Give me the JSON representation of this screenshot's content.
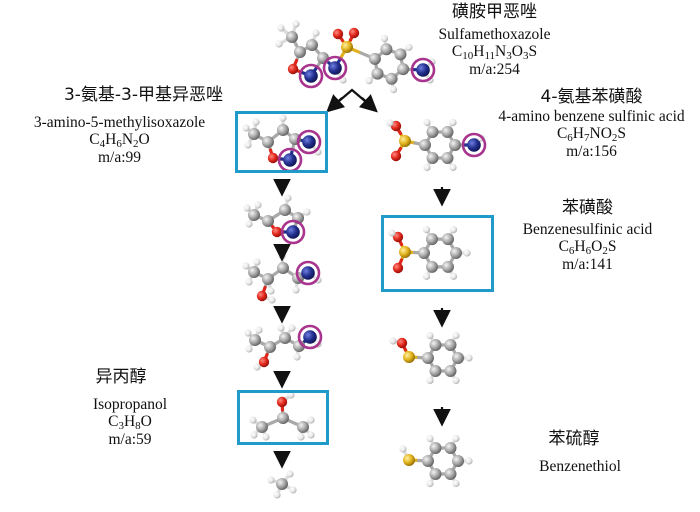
{
  "colors": {
    "box_border": "#1f9ac9",
    "highlight_ring": "#a8348e",
    "carbon": "#a9a9a9",
    "hydrogen": "#eeeeee",
    "oxygen": "#e0261b",
    "nitrogen": "#23308f",
    "sulfur": "#e2b21c",
    "arrow": "#111111"
  },
  "compounds": {
    "sulfamethoxazole": {
      "name_cn": "磺胺甲恶唑",
      "name_en": "Sulfamethoxazole",
      "formula": [
        [
          "C",
          "10"
        ],
        [
          "H",
          "11"
        ],
        [
          "N",
          "3"
        ],
        [
          "O",
          "3"
        ],
        [
          "S",
          ""
        ]
      ],
      "mass": "m/a:254"
    },
    "aminomethylisoxazole": {
      "name_cn": "3-氨基-3-甲基异恶唑",
      "name_en": "3-amino-5-methylisoxazole",
      "formula": [
        [
          "C",
          "4"
        ],
        [
          "H",
          "6"
        ],
        [
          "N",
          "2"
        ],
        [
          "O",
          ""
        ]
      ],
      "mass": "m/a:99"
    },
    "aminobenzenesulfinic": {
      "name_cn": "4-氨基苯磺酸",
      "name_en": "4-amino benzene sulfinic acid",
      "formula": [
        [
          "C",
          "6"
        ],
        [
          "H",
          "7"
        ],
        [
          "N",
          ""
        ],
        [
          "O",
          "2"
        ],
        [
          "S",
          ""
        ]
      ],
      "mass": "m/a:156"
    },
    "benzenesulfinic": {
      "name_cn": "苯磺酸",
      "name_en": "Benzenesulfinic acid",
      "formula": [
        [
          "C",
          "6"
        ],
        [
          "H",
          "6"
        ],
        [
          "O",
          "2"
        ],
        [
          "S",
          ""
        ]
      ],
      "mass": "m/a:141"
    },
    "isopropanol": {
      "name_cn": "异丙醇",
      "name_en": "Isopropanol",
      "formula": [
        [
          "C",
          "3"
        ],
        [
          "H",
          "8"
        ],
        [
          "O",
          ""
        ]
      ],
      "mass": "m/a:59"
    },
    "benzenethiol": {
      "name_cn": "苯硫醇",
      "name_en": "Benzenethiol"
    }
  }
}
